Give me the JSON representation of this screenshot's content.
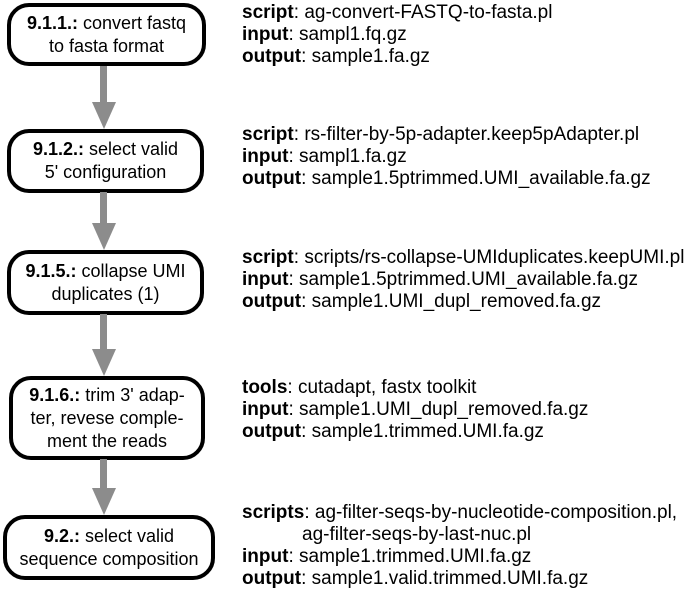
{
  "sep": ": ",
  "colors": {
    "arrow": "#8c8c8c",
    "node_border": "#000000",
    "text": "#000000",
    "background": "#ffffff"
  },
  "steps": [
    {
      "num": "9.1.1.:",
      "title_rest": " convert fastq",
      "title_line2": "to fasta format",
      "details": [
        {
          "label": "script",
          "value": "ag-convert-FASTQ-to-fasta.pl"
        },
        {
          "label": "input",
          "value": "sampl1.fq.gz"
        },
        {
          "label": "output",
          "value": "sample1.fa.gz"
        }
      ]
    },
    {
      "num": "9.1.2.:",
      "title_rest": " select valid",
      "title_line2": "5' configuration",
      "details": [
        {
          "label": "script",
          "value": "rs-filter-by-5p-adapter.keep5pAdapter.pl"
        },
        {
          "label": "input",
          "value": "sampl1.fa.gz"
        },
        {
          "label": "output",
          "value": "sample1.5ptrimmed.UMI_available.fa.gz"
        }
      ]
    },
    {
      "num": "9.1.5.:",
      "title_rest": " collapse UMI",
      "title_line2": "duplicates (1)",
      "details": [
        {
          "label": "script",
          "value": "scripts/rs-collapse-UMIduplicates.keepUMI.pl"
        },
        {
          "label": "input",
          "value": "sample1.5ptrimmed.UMI_available.fa.gz"
        },
        {
          "label": "output",
          "value": "sample1.UMI_dupl_removed.fa.gz"
        }
      ]
    },
    {
      "num": "9.1.6.:",
      "title_rest": " trim 3' adap-",
      "title_line2": "ter, revese comple-",
      "title_line3": "ment the reads",
      "details": [
        {
          "label": "tools",
          "value": "cutadapt, fastx toolkit"
        },
        {
          "label": "input",
          "value": "sample1.UMI_dupl_removed.fa.gz"
        },
        {
          "label": "output",
          "value": "sample1.trimmed.UMI.fa.gz"
        }
      ]
    },
    {
      "num": "9.2.:",
      "title_rest": " select valid",
      "title_line2": "sequence composition",
      "details": [
        {
          "label": "scripts",
          "value": "ag-filter-seqs-by-nucleotide-composition.pl,"
        },
        {
          "label": "",
          "value": "ag-filter-seqs-by-last-nuc.pl"
        },
        {
          "label": "input",
          "value": "sample1.trimmed.UMI.fa.gz"
        },
        {
          "label": "output",
          "value": "sample1.valid.trimmed.UMI.fa.gz"
        }
      ]
    }
  ]
}
